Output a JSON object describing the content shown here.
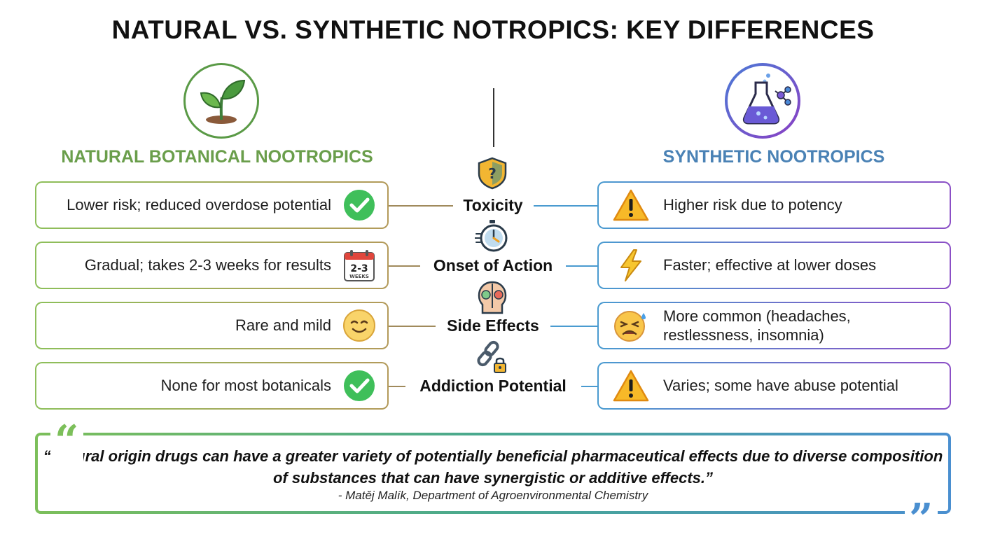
{
  "title": "NATURAL VS. SYNTHETIC NOTROPICS: KEY DIFFERENCES",
  "left_column": {
    "title": "NATURAL BOTANICAL NOOTROPICS",
    "icon": "plant-sprout-icon",
    "color": "#6a9e4b"
  },
  "right_column": {
    "title": "SYNTHETIC NOOTROPICS",
    "icon": "flask-molecule-icon",
    "color": "#4a82b5"
  },
  "rows": [
    {
      "label": "Toxicity",
      "center_icon": "shield-question-icon",
      "natural": "Lower risk; reduced overdose potential",
      "natural_icon": "check-circle-icon",
      "synthetic": "Higher risk due to potency",
      "synthetic_icon": "warning-icon"
    },
    {
      "label": "Onset of Action",
      "center_icon": "stopwatch-icon",
      "natural": "Gradual; takes 2-3 weeks for results",
      "natural_icon": "calendar-icon",
      "natural_icon_text": "2-3",
      "natural_icon_subtext": "WEEKS",
      "synthetic": "Faster; effective at lower doses",
      "synthetic_icon": "lightning-icon"
    },
    {
      "label": "Side Effects",
      "center_icon": "head-faces-icon",
      "natural": "Rare and mild",
      "natural_icon": "content-face-icon",
      "synthetic": "More common (headaches, restlessness, insomnia)",
      "synthetic_icon": "distressed-face-icon"
    },
    {
      "label": "Addiction Potential",
      "center_icon": "chain-lock-icon",
      "natural": "None for most botanicals",
      "natural_icon": "check-circle-icon",
      "synthetic": "Varies; some have abuse potential",
      "synthetic_icon": "warning-icon"
    }
  ],
  "quote": {
    "text": "“Natural origin drugs can have a greater variety of potentially beneficial pharmaceutical effects due to diverse composition of substances that can have synergistic or additive effects.”",
    "attribution": "- Matěj Malík, Department of Agroenvironmental Chemistry",
    "open_mark": "“",
    "close_mark": "”"
  }
}
